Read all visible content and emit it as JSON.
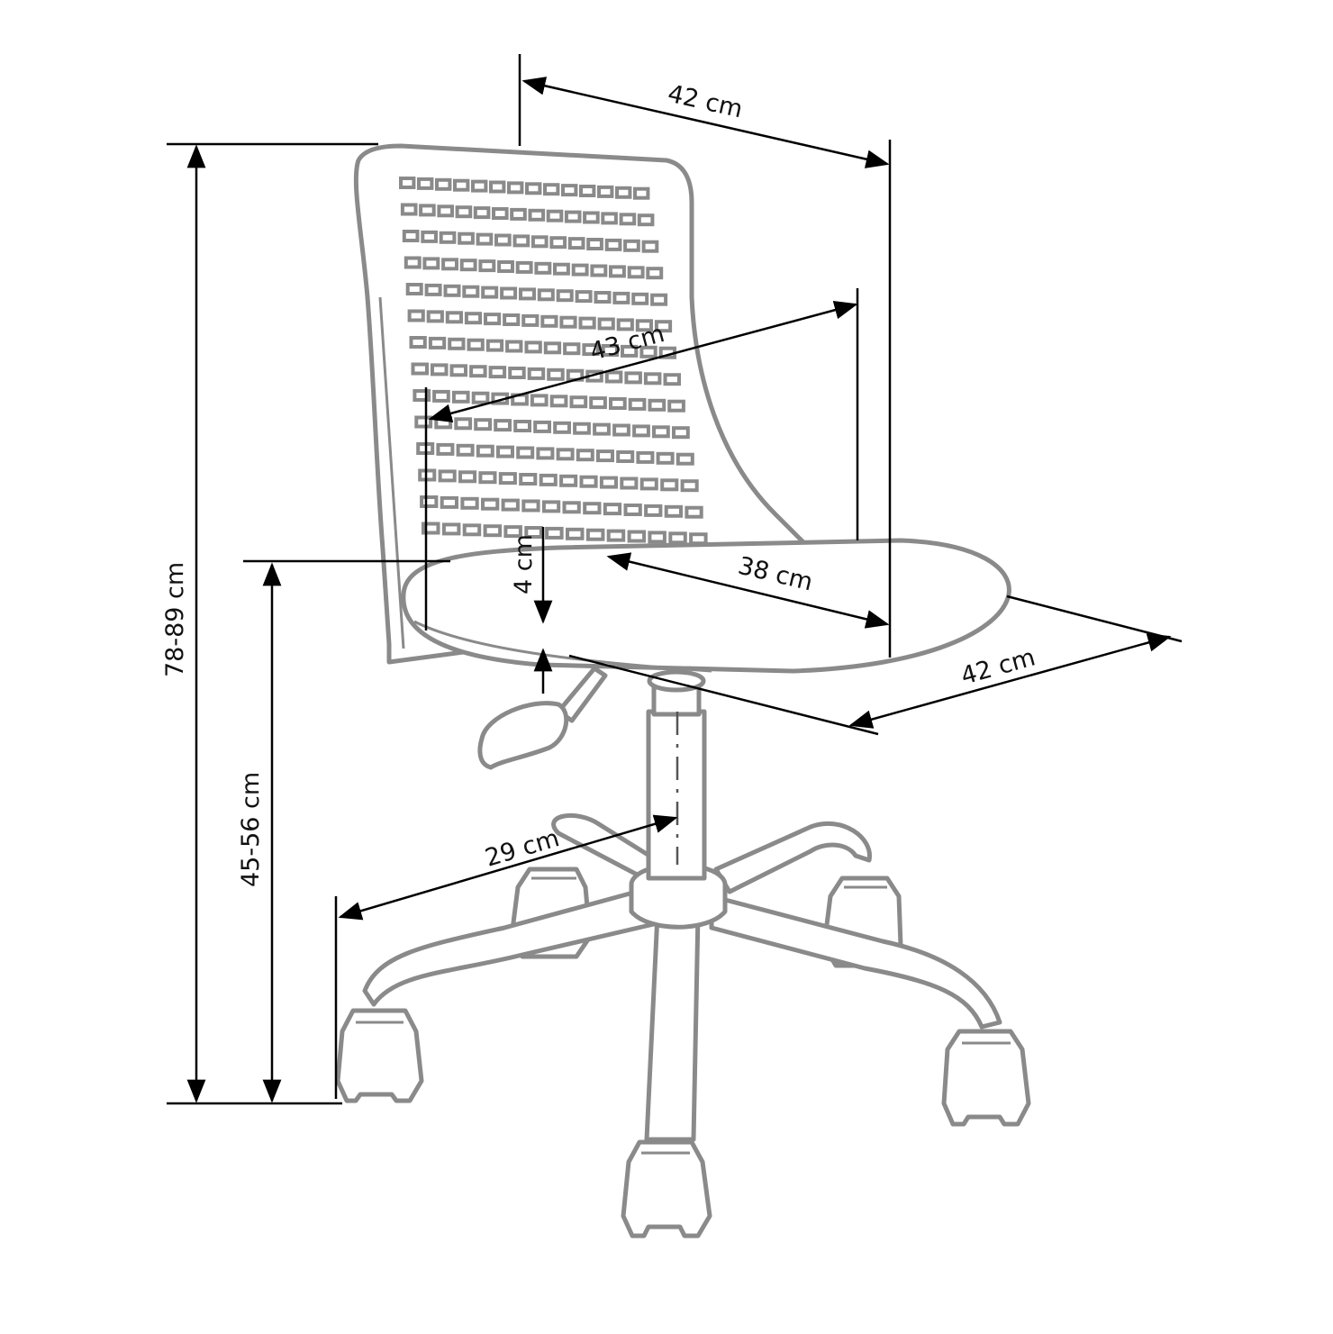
{
  "dimensions": {
    "back_width": "42 cm",
    "back_height": "43 cm",
    "seat_depth": "38 cm",
    "seat_thickness": "4 cm",
    "seat_width": "42 cm",
    "base_radius": "29 cm",
    "total_height": "78-89 cm",
    "seat_height": "45-56 cm"
  },
  "colors": {
    "outline": "#8a8a8a",
    "dimension_line": "#000000"
  }
}
